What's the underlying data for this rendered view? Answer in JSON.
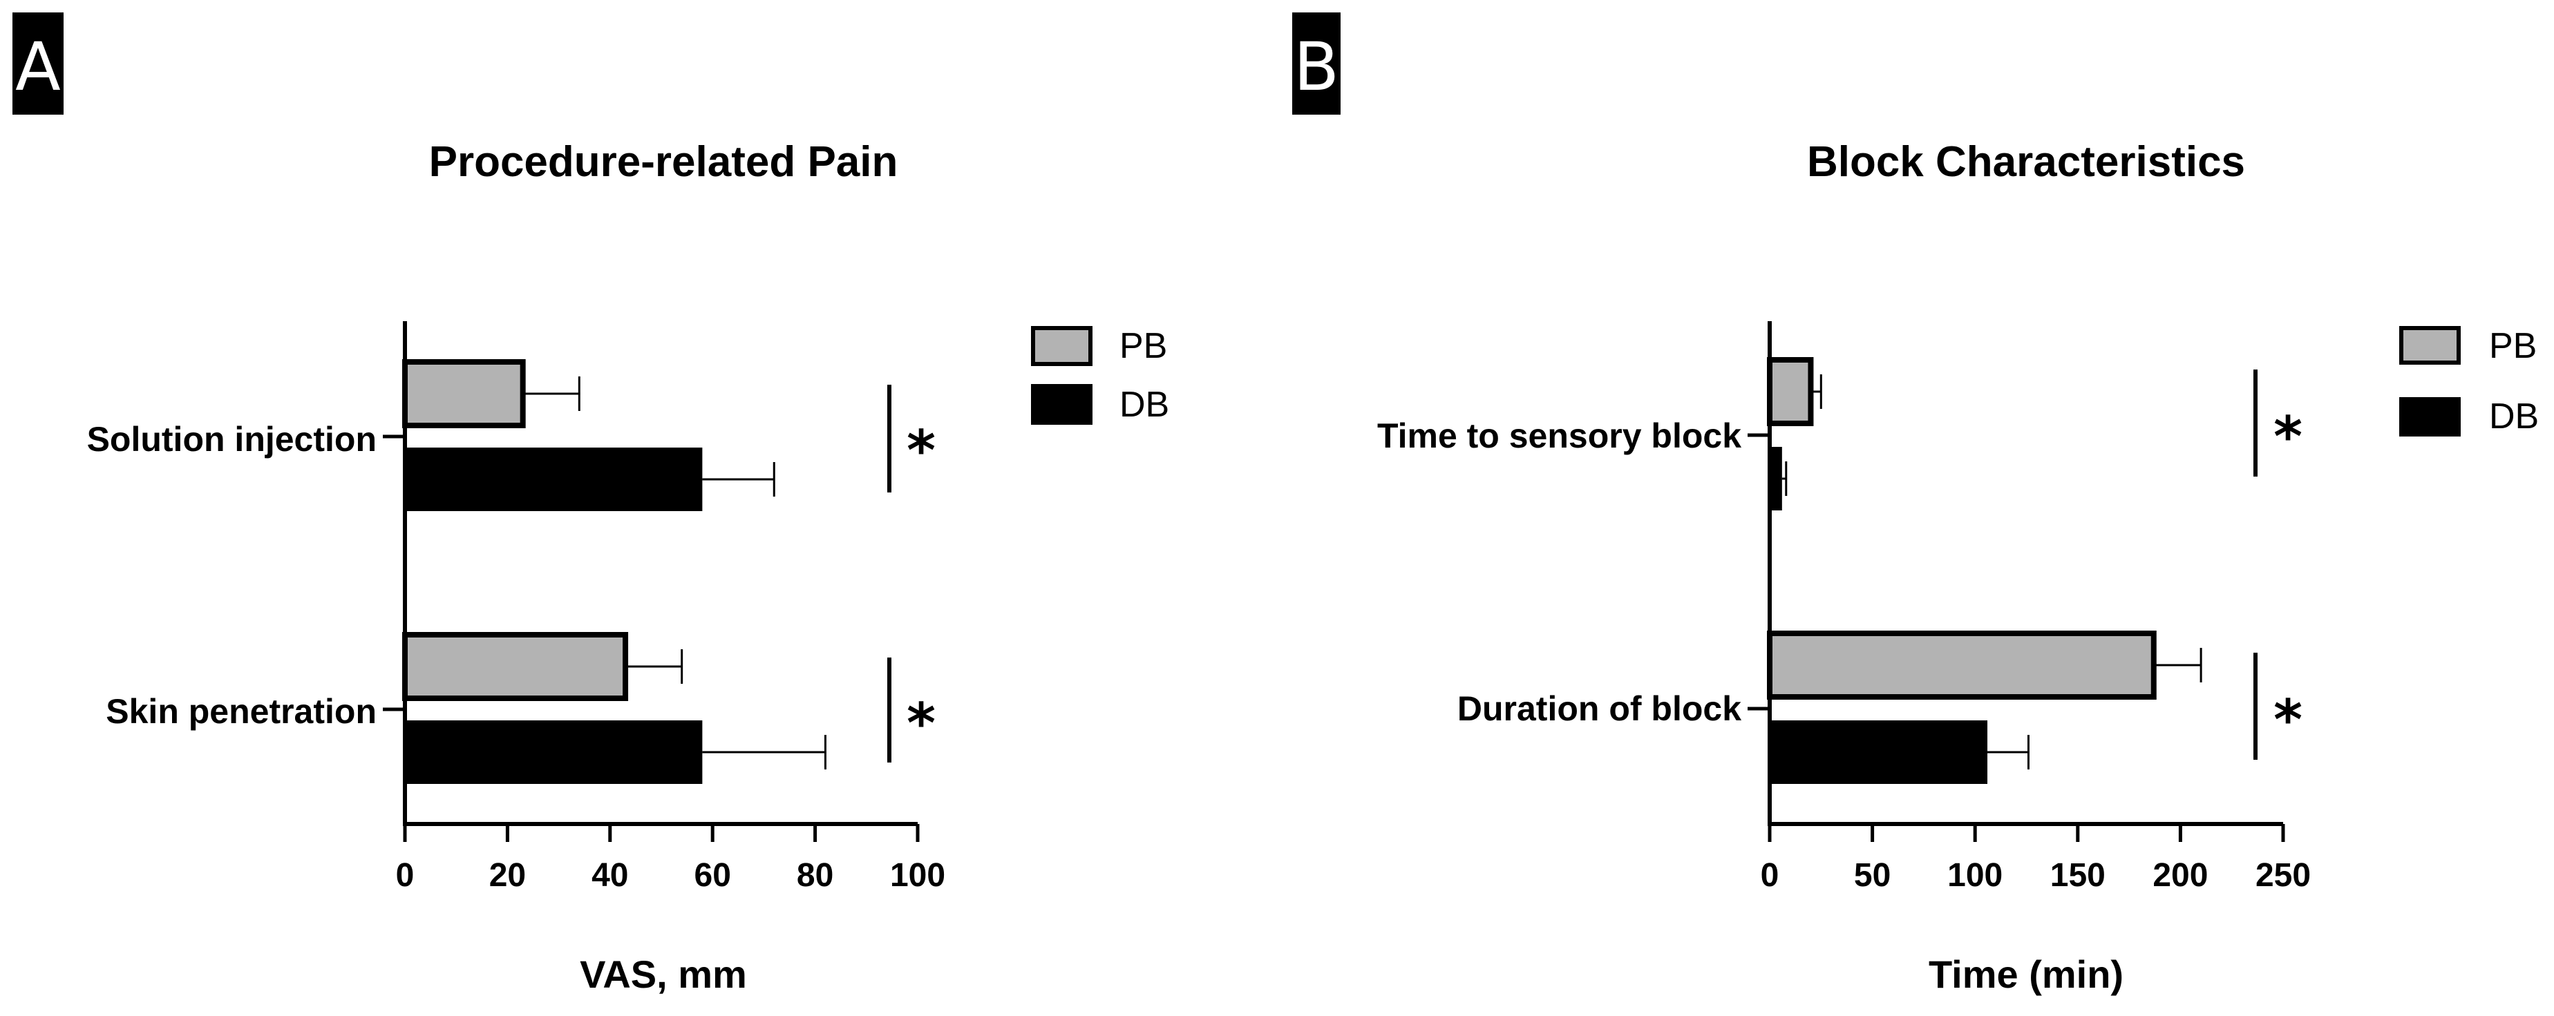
{
  "figure": {
    "panels": [
      "A",
      "B"
    ],
    "colors": {
      "PB": "#b3b3b3",
      "DB": "#000000",
      "outline": "#000000"
    },
    "significance_mark": "*"
  },
  "chart_data": [
    {
      "type": "bar",
      "orientation": "horizontal",
      "panel": "A",
      "title": "Procedure-related Pain",
      "xlabel": "VAS, mm",
      "ylabel": "",
      "categories": [
        "Solution injection",
        "Skin penetration"
      ],
      "series": [
        {
          "name": "PB",
          "values": [
            23,
            43
          ],
          "errors": [
            11,
            11
          ]
        },
        {
          "name": "DB",
          "values": [
            58,
            58
          ],
          "errors": [
            14,
            24
          ]
        }
      ],
      "xlim": [
        0,
        100
      ],
      "xticks": [
        "0",
        "20",
        "40",
        "60",
        "80",
        "100"
      ],
      "significance": [
        "*",
        "*"
      ],
      "legend": {
        "position": "top-right",
        "entries": [
          "PB",
          "DB"
        ]
      },
      "grid": false
    },
    {
      "type": "bar",
      "orientation": "horizontal",
      "panel": "B",
      "title": "Block Characteristics",
      "xlabel": "Time (min)",
      "ylabel": "",
      "categories": [
        "Time to sensory block",
        "Duration of block"
      ],
      "series": [
        {
          "name": "PB",
          "values": [
            20,
            187
          ],
          "errors": [
            5,
            23
          ]
        },
        {
          "name": "DB",
          "values": [
            6,
            106
          ],
          "errors": [
            2,
            20
          ]
        }
      ],
      "xlim": [
        0,
        250
      ],
      "xticks": [
        "0",
        "50",
        "100",
        "150",
        "200",
        "250"
      ],
      "significance": [
        "*",
        "*"
      ],
      "legend": {
        "position": "top-right",
        "entries": [
          "PB",
          "DB"
        ]
      },
      "grid": false
    }
  ]
}
